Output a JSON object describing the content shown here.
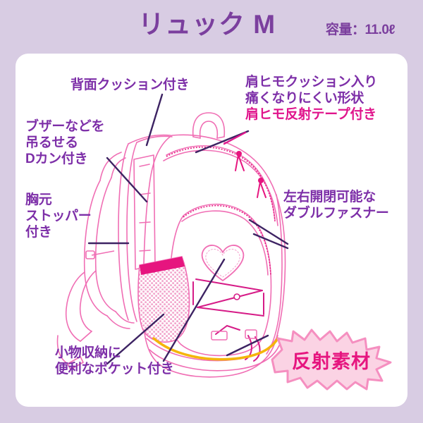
{
  "header": {
    "title": "リュック M",
    "capacity": "容量：11.0ℓ"
  },
  "colors": {
    "background": "#d8cce3",
    "card": "#ffffff",
    "title_purple": "#7b3f9e",
    "label_purple": "#7d2fa8",
    "highlight_magenta": "#e0158c",
    "leader_line": "#3d2363",
    "art_pink": "#f06eb4",
    "art_magenta": "#e6157f",
    "reflector_yellow": "#f5b50a",
    "burst_fill": "#fbd3e4",
    "burst_border": "#f58fc0",
    "burst_text": "#e6157f"
  },
  "callouts": [
    {
      "id": "back-cushion",
      "text": "背面クッション付き",
      "style": "normal"
    },
    {
      "id": "d-ring",
      "text": "ブザーなどを\n吊るせる\nDカン付き",
      "style": "normal"
    },
    {
      "id": "chest-stopper",
      "text": "胸元\nストッパー\n付き",
      "style": "normal"
    },
    {
      "id": "shoulder-strap",
      "text": "肩ヒモクッション入り\n痛くなりにくい形状",
      "style": "normal"
    },
    {
      "id": "shoulder-reflective",
      "text": "肩ヒモ反射テープ付き",
      "style": "highlight"
    },
    {
      "id": "double-zipper",
      "text": "左右開閉可能な\nダブルファスナー",
      "style": "normal"
    },
    {
      "id": "small-pocket",
      "text": "小物収納に\n便利なポケット付き",
      "style": "normal"
    }
  ],
  "badge": {
    "text": "反射素材",
    "shape": "starburst"
  },
  "illustration": {
    "subject": "backpack-line-drawing",
    "features": [
      "top-carry-handle",
      "padded-shoulder-straps",
      "main-compartment-zipper",
      "front-pocket-zipper",
      "heart-patch",
      "mesh-side-pocket",
      "bungee-cord-lacing",
      "reflective-bottom-stripe",
      "chest-stopper-strap",
      "d-ring"
    ]
  }
}
